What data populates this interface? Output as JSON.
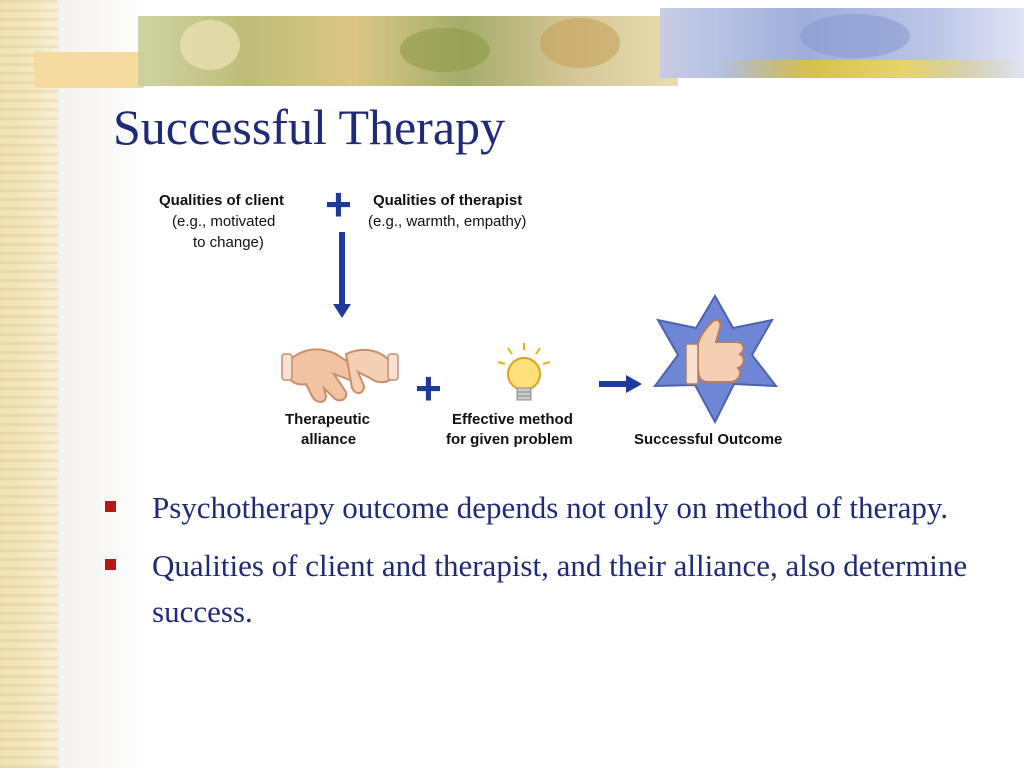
{
  "slide": {
    "title": "Successful Therapy",
    "diagram": {
      "client_title": "Qualities of client",
      "client_sub_1": "(e.g., motivated",
      "client_sub_2": "to change)",
      "plus_1": "+",
      "therapist_title": "Qualities of therapist",
      "therapist_sub": "(e.g., warmth, empathy)",
      "alliance_1": "Therapeutic",
      "alliance_2": "alliance",
      "plus_2": "+",
      "method_1": "Effective method",
      "method_2": "for given problem",
      "outcome": "Successful Outcome",
      "icons": [
        "handshake-icon",
        "lightbulb-icon",
        "thumbs-up-star-icon"
      ]
    },
    "bullets": [
      "Psychotherapy outcome depends not only on method of therapy.",
      "Qualities of client and therapist, and their alliance, also determine success."
    ]
  },
  "colors": {
    "title": "#1f2a78",
    "bullet_text": "#1f2a78",
    "bullet_mark": "#b51818",
    "arrow": "#1e3a9a",
    "star": "#6f86d6"
  }
}
